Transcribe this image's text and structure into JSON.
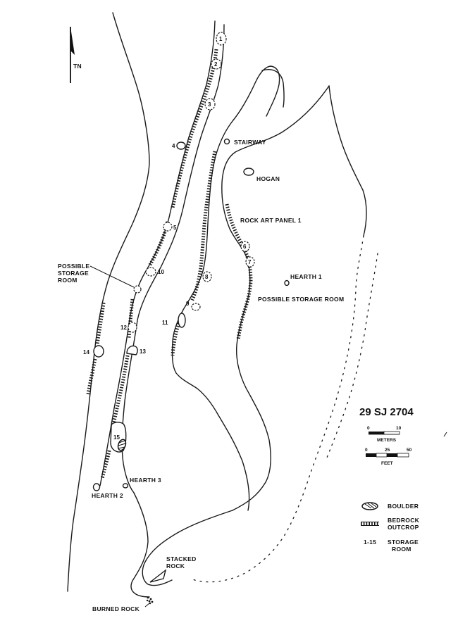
{
  "north_label": "TN",
  "site_number": "29 SJ 2704",
  "scale": {
    "meters_ticks": [
      "0",
      "10"
    ],
    "meters_unit": "METERS",
    "feet_ticks": [
      "0",
      "25",
      "50"
    ],
    "feet_unit": "FEET"
  },
  "legend": {
    "boulder": "BOULDER",
    "bedrock_line1": "BEDROCK",
    "bedrock_line2": "OUTCROP",
    "room_key": "1-15",
    "room_line1": "STORAGE",
    "room_line2": "ROOM"
  },
  "features": {
    "stairway": "STAIRWAY",
    "hogan": "HOGAN",
    "rock_art": "ROCK ART PANEL 1",
    "hearth1": "HEARTH 1",
    "possible_storage_room_east": "POSSIBLE STORAGE ROOM",
    "possible_storage_west_1": "POSSIBLE",
    "possible_storage_west_2": "STORAGE",
    "possible_storage_west_3": "ROOM",
    "hearth2": "HEARTH 2",
    "hearth3": "HEARTH 3",
    "stacked_rock_1": "STACKED",
    "stacked_rock_2": "ROCK",
    "burned_rock": "BURNED ROCK"
  },
  "rooms": [
    "1",
    "2",
    "3",
    "4",
    "5",
    "6",
    "7",
    "8",
    "9",
    "10",
    "11",
    "12",
    "13",
    "14",
    "15"
  ]
}
